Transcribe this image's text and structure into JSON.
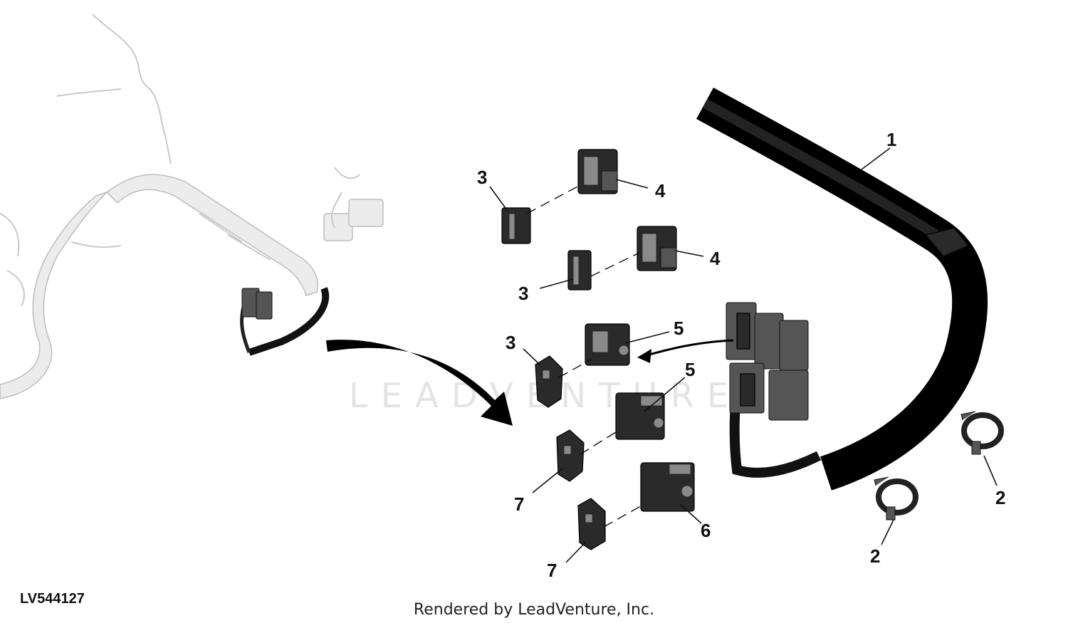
{
  "diagram": {
    "figure_id": "LV544127",
    "credit": "Rendered by LeadVenture, Inc.",
    "watermark": "LEADVENTURE",
    "callouts": {
      "c1": "1",
      "c2a": "2",
      "c2b": "2",
      "c3a": "3",
      "c3b": "3",
      "c3c": "3",
      "c4a": "4",
      "c4b": "4",
      "c5a": "5",
      "c5b": "5",
      "c6": "6",
      "c7a": "7",
      "c7b": "7"
    }
  }
}
